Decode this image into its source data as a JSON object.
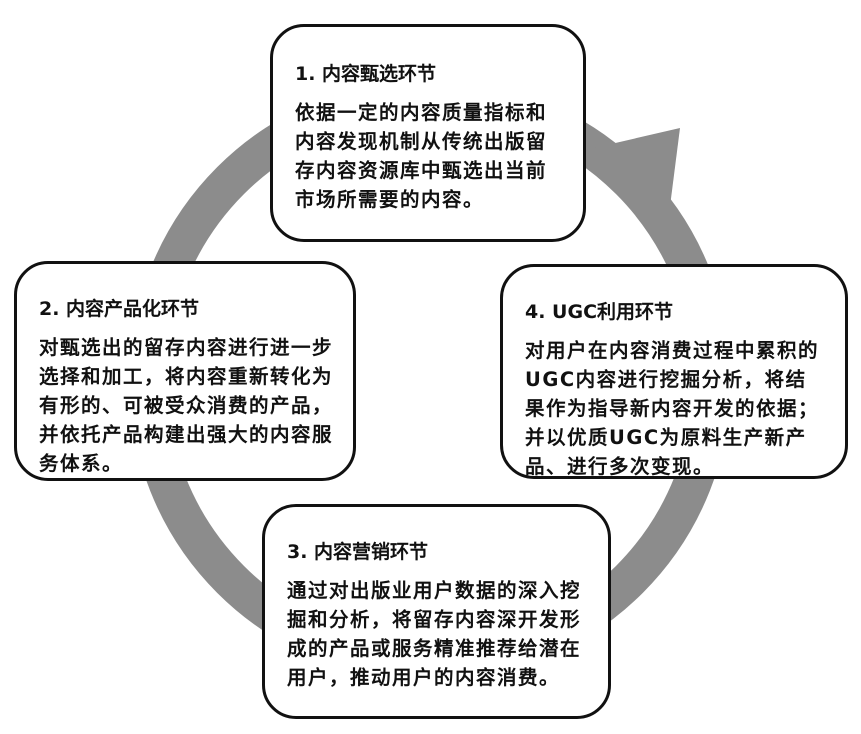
{
  "stages": [
    {
      "title": "1. 内容甄选环节",
      "text": "依据一定的内容质量指标和内容发现机制从传统出版留存内容资源库中甄选出当前市场所需要的内容。"
    },
    {
      "title": "2. 内容产品化环节",
      "text": "对甄选出的留存内容进行进一步选择和加工，将内容重新转化为有形的、可被受众消费的产品，并依托产品构建出强大的内容服务体系。"
    },
    {
      "title": "3. 内容营销环节",
      "text": "通过对出版业用户数据的深入挖掘和分析，将留存内容深开发形成的产品或服务精准推荐给潜在用户，推动用户的内容消费。"
    },
    {
      "title": "4. UGC利用环节",
      "text": "对用户在内容消费过程中累积的UGC内容进行挖掘分析，将结果作为指导新内容开发的依据；并以优质UGC为原料生产新产品、进行多次变现。"
    }
  ],
  "colors": {
    "cycle": "#8c8c8c",
    "border": "#111111"
  }
}
